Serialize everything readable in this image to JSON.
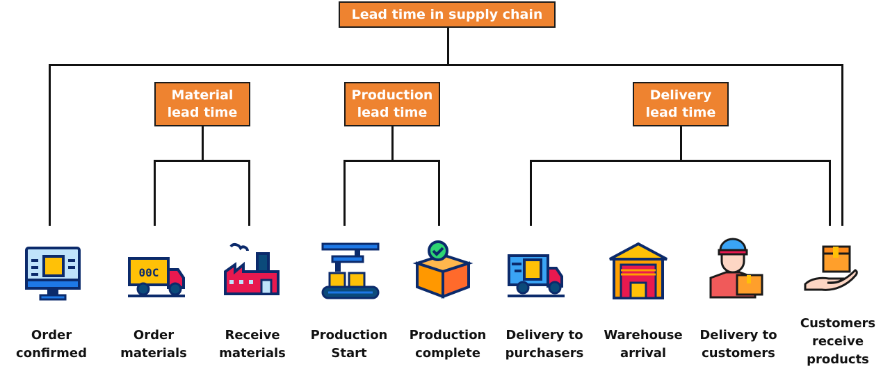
{
  "title": "Lead time in supply chain",
  "categories": [
    {
      "id": "material",
      "label": "Material\nlead time"
    },
    {
      "id": "production",
      "label": "Production\nlead time"
    },
    {
      "id": "delivery",
      "label": "Delivery\nlead time"
    }
  ],
  "steps": [
    {
      "label": "Order\nconfirmed",
      "icon": "computer-order-icon"
    },
    {
      "label": "Order\nmaterials",
      "icon": "cargo-truck-icon"
    },
    {
      "label": "Receive\nmaterials",
      "icon": "factory-icon"
    },
    {
      "label": "Production\nStart",
      "icon": "conveyor-belt-icon"
    },
    {
      "label": "Production\ncomplete",
      "icon": "box-check-icon"
    },
    {
      "label": "Delivery to\npurchasers",
      "icon": "delivery-truck-icon"
    },
    {
      "label": "Warehouse\narrival",
      "icon": "warehouse-icon"
    },
    {
      "label": "Delivery to\ncustomers",
      "icon": "delivery-man-icon"
    },
    {
      "label": "Customers\nreceive\nproducts",
      "icon": "hand-box-icon"
    }
  ],
  "colors": {
    "box": "#ee8330",
    "line": "#111111",
    "icon_outline": "#0b2a6b"
  }
}
